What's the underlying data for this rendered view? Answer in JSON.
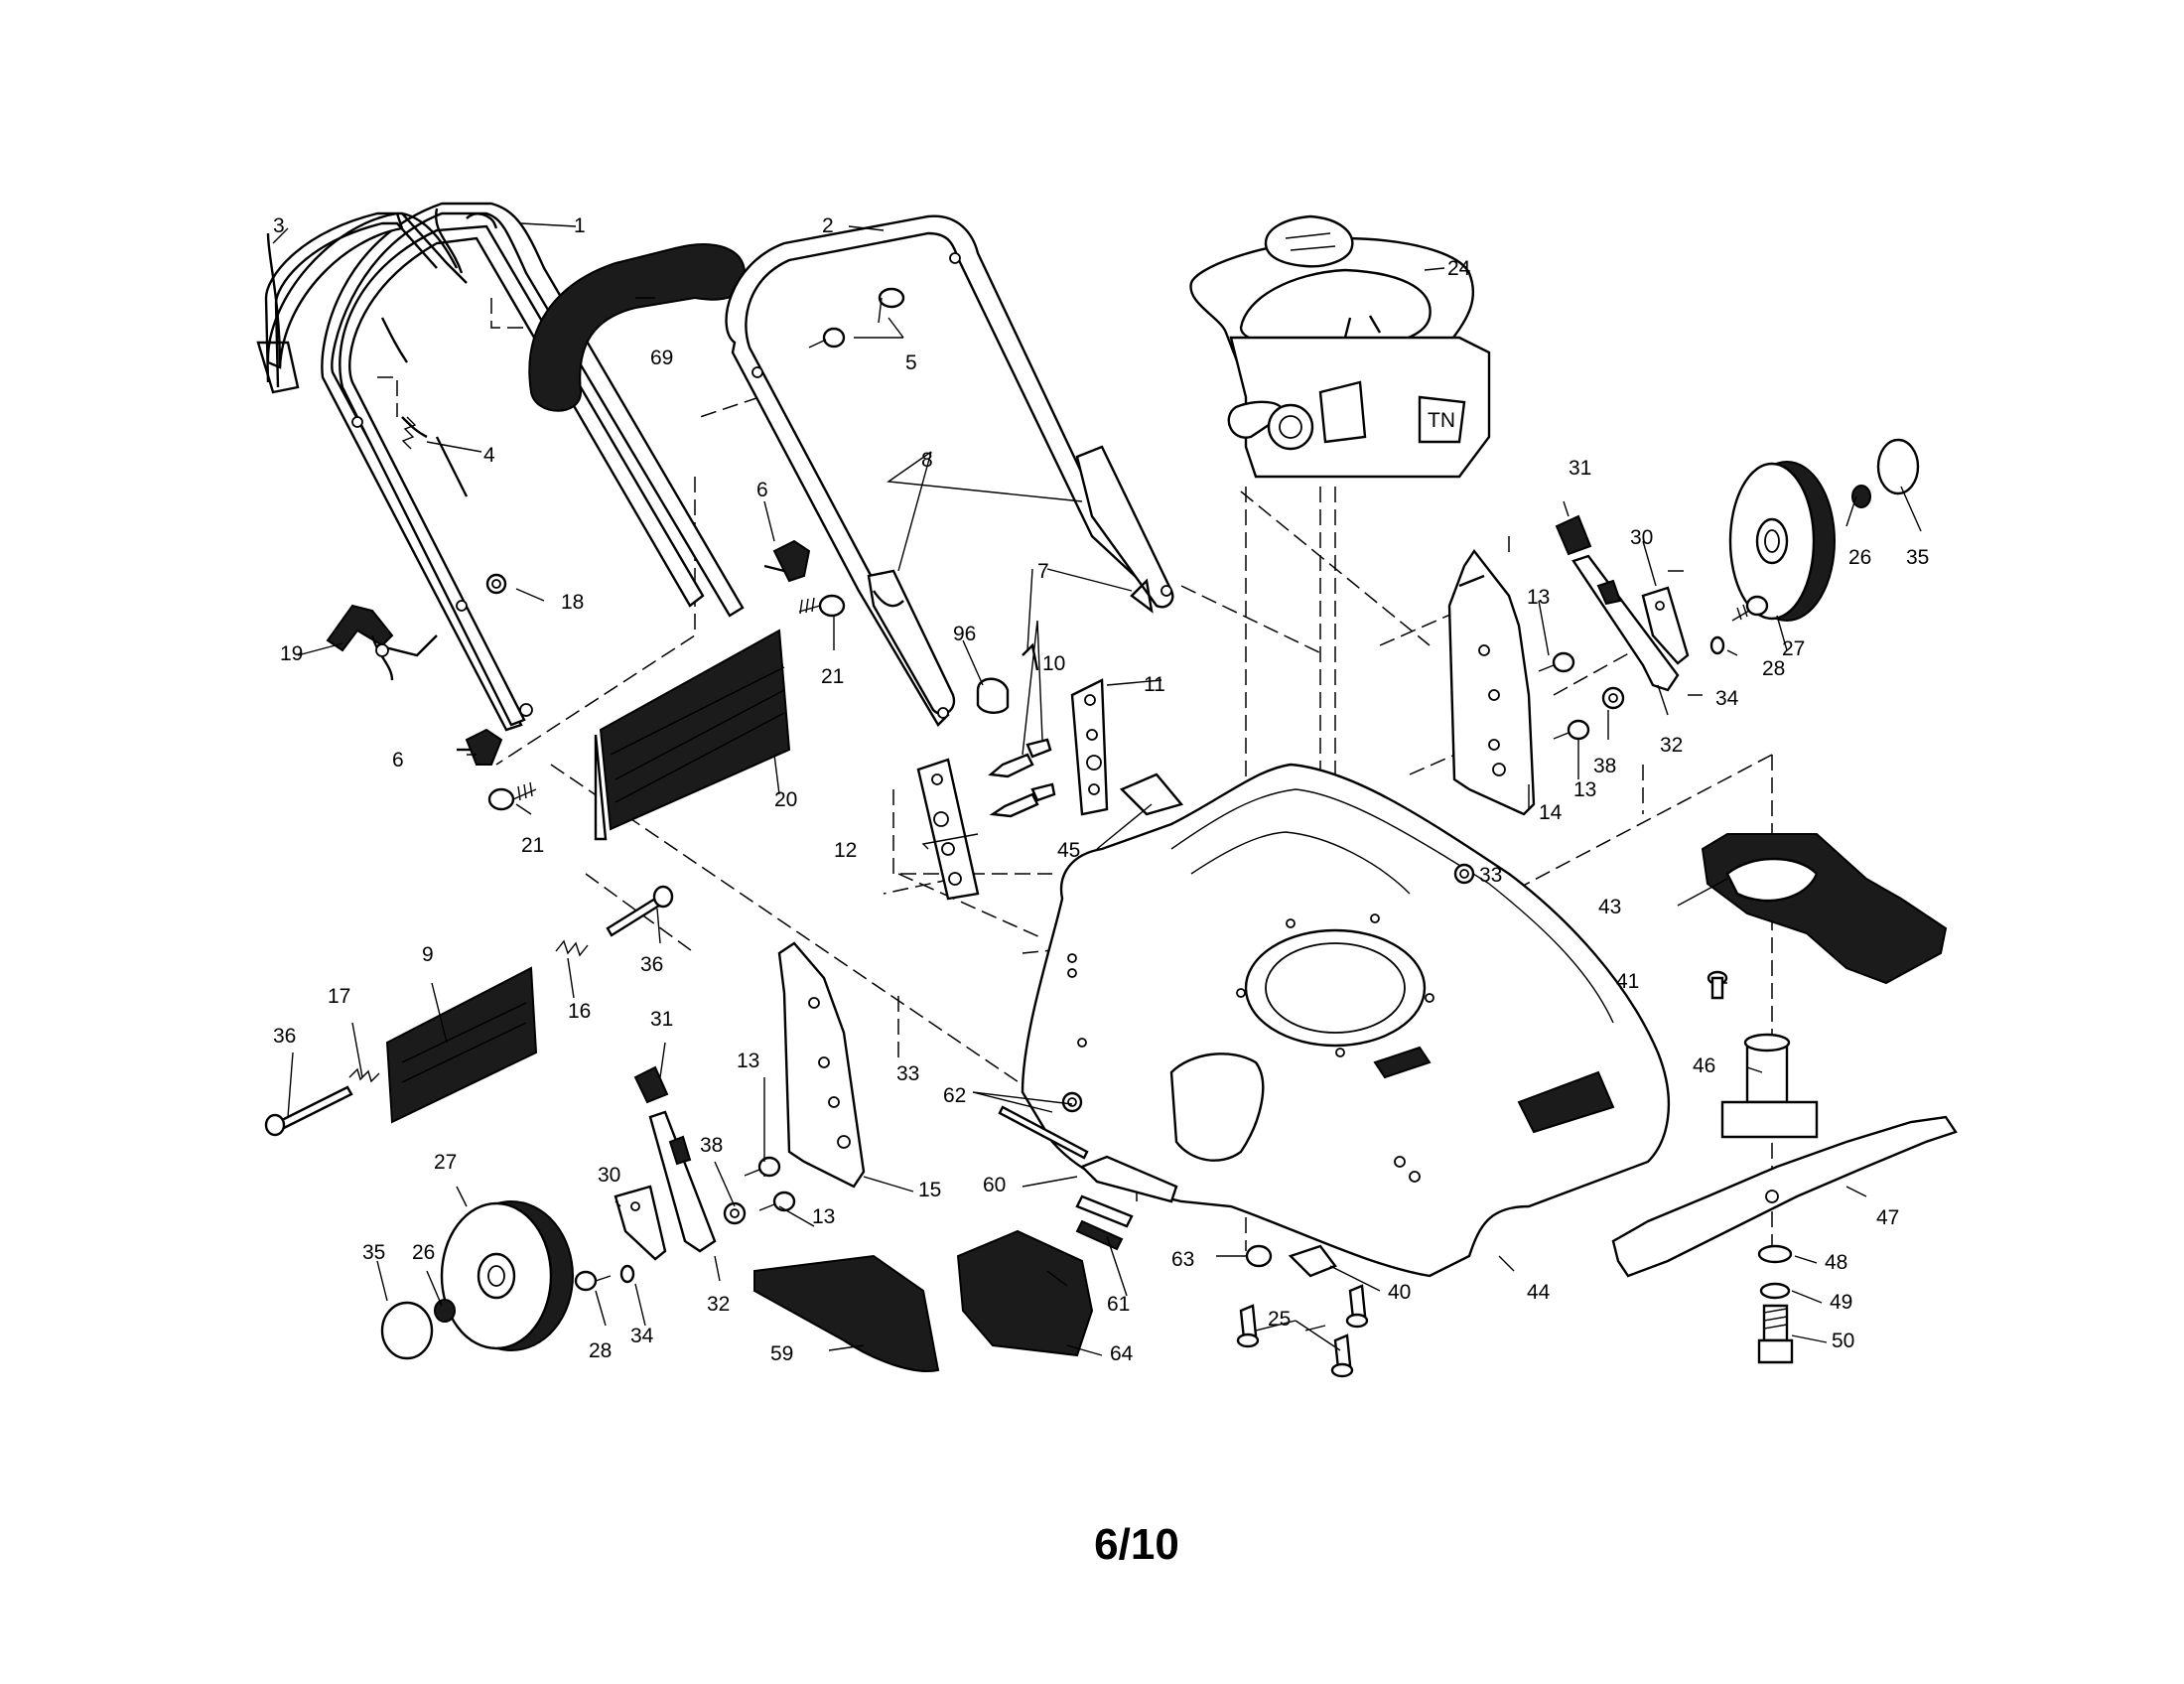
{
  "page_number": "6/10",
  "callouts": [
    {
      "id": "c3a",
      "text": "3"
    },
    {
      "id": "c1",
      "text": "1"
    },
    {
      "id": "c2",
      "text": "2"
    },
    {
      "id": "c24",
      "text": "24"
    },
    {
      "id": "c69",
      "text": "69"
    },
    {
      "id": "c5",
      "text": "5"
    },
    {
      "id": "c4",
      "text": "4"
    },
    {
      "id": "c8",
      "text": "8"
    },
    {
      "id": "c6a",
      "text": "6"
    },
    {
      "id": "c31a",
      "text": "31"
    },
    {
      "id": "c30a",
      "text": "30"
    },
    {
      "id": "c26a",
      "text": "26"
    },
    {
      "id": "c35a",
      "text": "35"
    },
    {
      "id": "c18",
      "text": "18"
    },
    {
      "id": "c7",
      "text": "7"
    },
    {
      "id": "c13a",
      "text": "13"
    },
    {
      "id": "c19",
      "text": "19"
    },
    {
      "id": "c96",
      "text": "96"
    },
    {
      "id": "c10",
      "text": "10"
    },
    {
      "id": "c21a",
      "text": "21"
    },
    {
      "id": "c11",
      "text": "11"
    },
    {
      "id": "c28a",
      "text": "28"
    },
    {
      "id": "c27a",
      "text": "27"
    },
    {
      "id": "c34a",
      "text": "34"
    },
    {
      "id": "c32a",
      "text": "32"
    },
    {
      "id": "c38a",
      "text": "38"
    },
    {
      "id": "c13b",
      "text": "13"
    },
    {
      "id": "c6b",
      "text": "6"
    },
    {
      "id": "c20",
      "text": "20"
    },
    {
      "id": "c14",
      "text": "14"
    },
    {
      "id": "c12",
      "text": "12"
    },
    {
      "id": "c45",
      "text": "45"
    },
    {
      "id": "c21b",
      "text": "21"
    },
    {
      "id": "c33a",
      "text": "33"
    },
    {
      "id": "c43",
      "text": "43"
    },
    {
      "id": "c9",
      "text": "9"
    },
    {
      "id": "c36a",
      "text": "36"
    },
    {
      "id": "c16",
      "text": "16"
    },
    {
      "id": "c17",
      "text": "17"
    },
    {
      "id": "c41",
      "text": "41"
    },
    {
      "id": "c36b",
      "text": "36"
    },
    {
      "id": "c31b",
      "text": "31"
    },
    {
      "id": "c13c",
      "text": "13"
    },
    {
      "id": "c33b",
      "text": "33"
    },
    {
      "id": "c46",
      "text": "46"
    },
    {
      "id": "c62",
      "text": "62"
    },
    {
      "id": "c30b",
      "text": "30"
    },
    {
      "id": "c38b",
      "text": "38"
    },
    {
      "id": "c27b",
      "text": "27"
    },
    {
      "id": "c15",
      "text": "15"
    },
    {
      "id": "c60",
      "text": "60"
    },
    {
      "id": "c13d",
      "text": "13"
    },
    {
      "id": "c47",
      "text": "47"
    },
    {
      "id": "c26b",
      "text": "26"
    },
    {
      "id": "c35b",
      "text": "35"
    },
    {
      "id": "c63",
      "text": "63"
    },
    {
      "id": "c40",
      "text": "40"
    },
    {
      "id": "c44",
      "text": "44"
    },
    {
      "id": "c48",
      "text": "48"
    },
    {
      "id": "c32b",
      "text": "32"
    },
    {
      "id": "c61",
      "text": "61"
    },
    {
      "id": "c25",
      "text": "25"
    },
    {
      "id": "c49",
      "text": "49"
    },
    {
      "id": "c28b",
      "text": "28"
    },
    {
      "id": "c34b",
      "text": "34"
    },
    {
      "id": "c50",
      "text": "50"
    },
    {
      "id": "c59",
      "text": "59"
    },
    {
      "id": "c64",
      "text": "64"
    }
  ]
}
